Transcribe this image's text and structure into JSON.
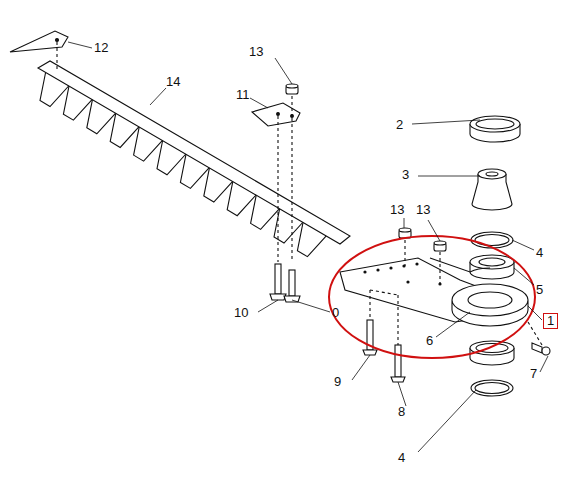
{
  "diagram": {
    "nodes": [
      {
        "text": [
          "1"
        ]
      }
    ],
    "labels": [
      "12",
      "14",
      "13",
      "11",
      "2",
      "3",
      "13",
      "13",
      "4",
      "5",
      "10",
      "0",
      "6",
      "7",
      "9",
      "8",
      "4"
    ]
  }
}
